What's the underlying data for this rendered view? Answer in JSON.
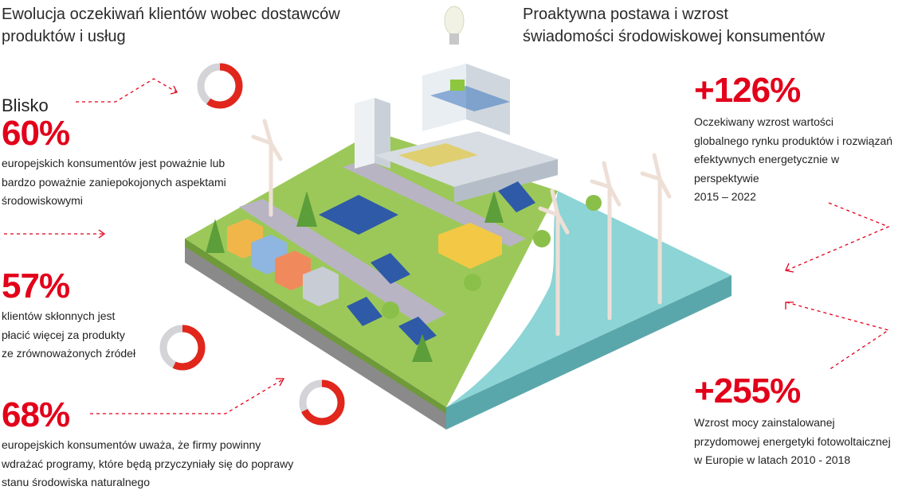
{
  "left_title": {
    "line1": "Ewolucja oczekiwań klientów wobec dostawców",
    "line2": "produktów i usług"
  },
  "right_title": {
    "line1": "Proaktywna postawa i wzrost",
    "line2": "świadomości środowiskowej konsumentów"
  },
  "stats_left": [
    {
      "prefix": "Blisko",
      "value": "60%",
      "percent": 60,
      "lines": [
        "europejskich konsumentów jest poważnie lub",
        "bardzo poważnie zaniepokojonych aspektami",
        "środowiskowymi"
      ]
    },
    {
      "value": "57%",
      "percent": 57,
      "lines": [
        "klientów skłonnych jest",
        "płacić więcej za produkty",
        "ze zrównoważonych źródeł"
      ]
    },
    {
      "value": "68%",
      "percent": 68,
      "lines": [
        "europejskich konsumentów uważa, że firmy powinny",
        "wdrażać programy, które będą przyczyniały się do poprawy",
        "stanu środowiska naturalnego"
      ]
    }
  ],
  "stats_right": [
    {
      "value": "+126%",
      "lines": [
        "Oczekiwany wzrost wartości",
        "globalnego rynku produktów i rozwiązań",
        "efektywnych energetycznie w perspektywie",
        "2015 – 2022"
      ]
    },
    {
      "value": "+255%",
      "lines": [
        "Wzrost mocy zainstalowanej",
        "przydomowej energetyki fotowoltaicznej",
        "w Europie w latach 2010 - 2018"
      ]
    }
  ],
  "colors": {
    "accent": "#e2001a",
    "donut_fill": "#e1261c",
    "donut_track": "#d3d3d8",
    "grass": "#9cc85a",
    "water": "#6cc3c6"
  }
}
